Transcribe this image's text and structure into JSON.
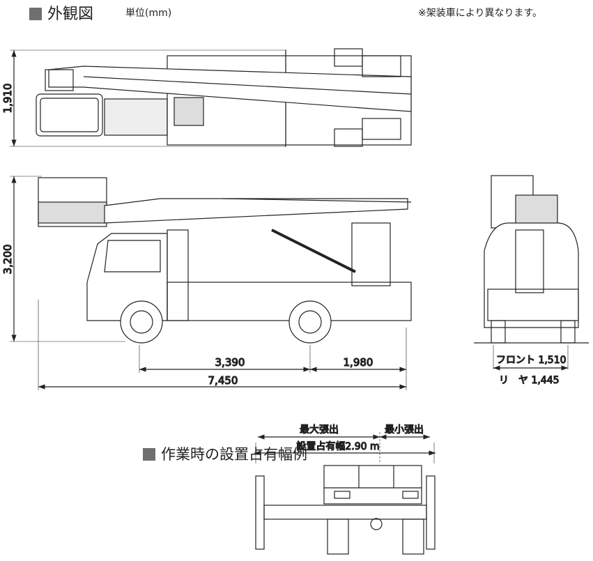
{
  "header": {
    "section_title": "外観図",
    "unit": "単位(mm)",
    "note": "※架装車により異なります。"
  },
  "dimensions": {
    "top_width": "1,910",
    "height": "3,200",
    "wheelbase": "3,390",
    "rear_overhang": "1,980",
    "overall_length": "7,450",
    "front_tread": "フロント 1,510",
    "rear_tread": "リ　ヤ 1,445"
  },
  "work_section": {
    "title": "作業時の設置占有幅例",
    "max_outrigger": "最大張出",
    "min_outrigger": "最小張出",
    "occupied_width": "設置占有幅2.90 m"
  },
  "colors": {
    "marker": "#6f6f6f",
    "line": "#222222"
  }
}
